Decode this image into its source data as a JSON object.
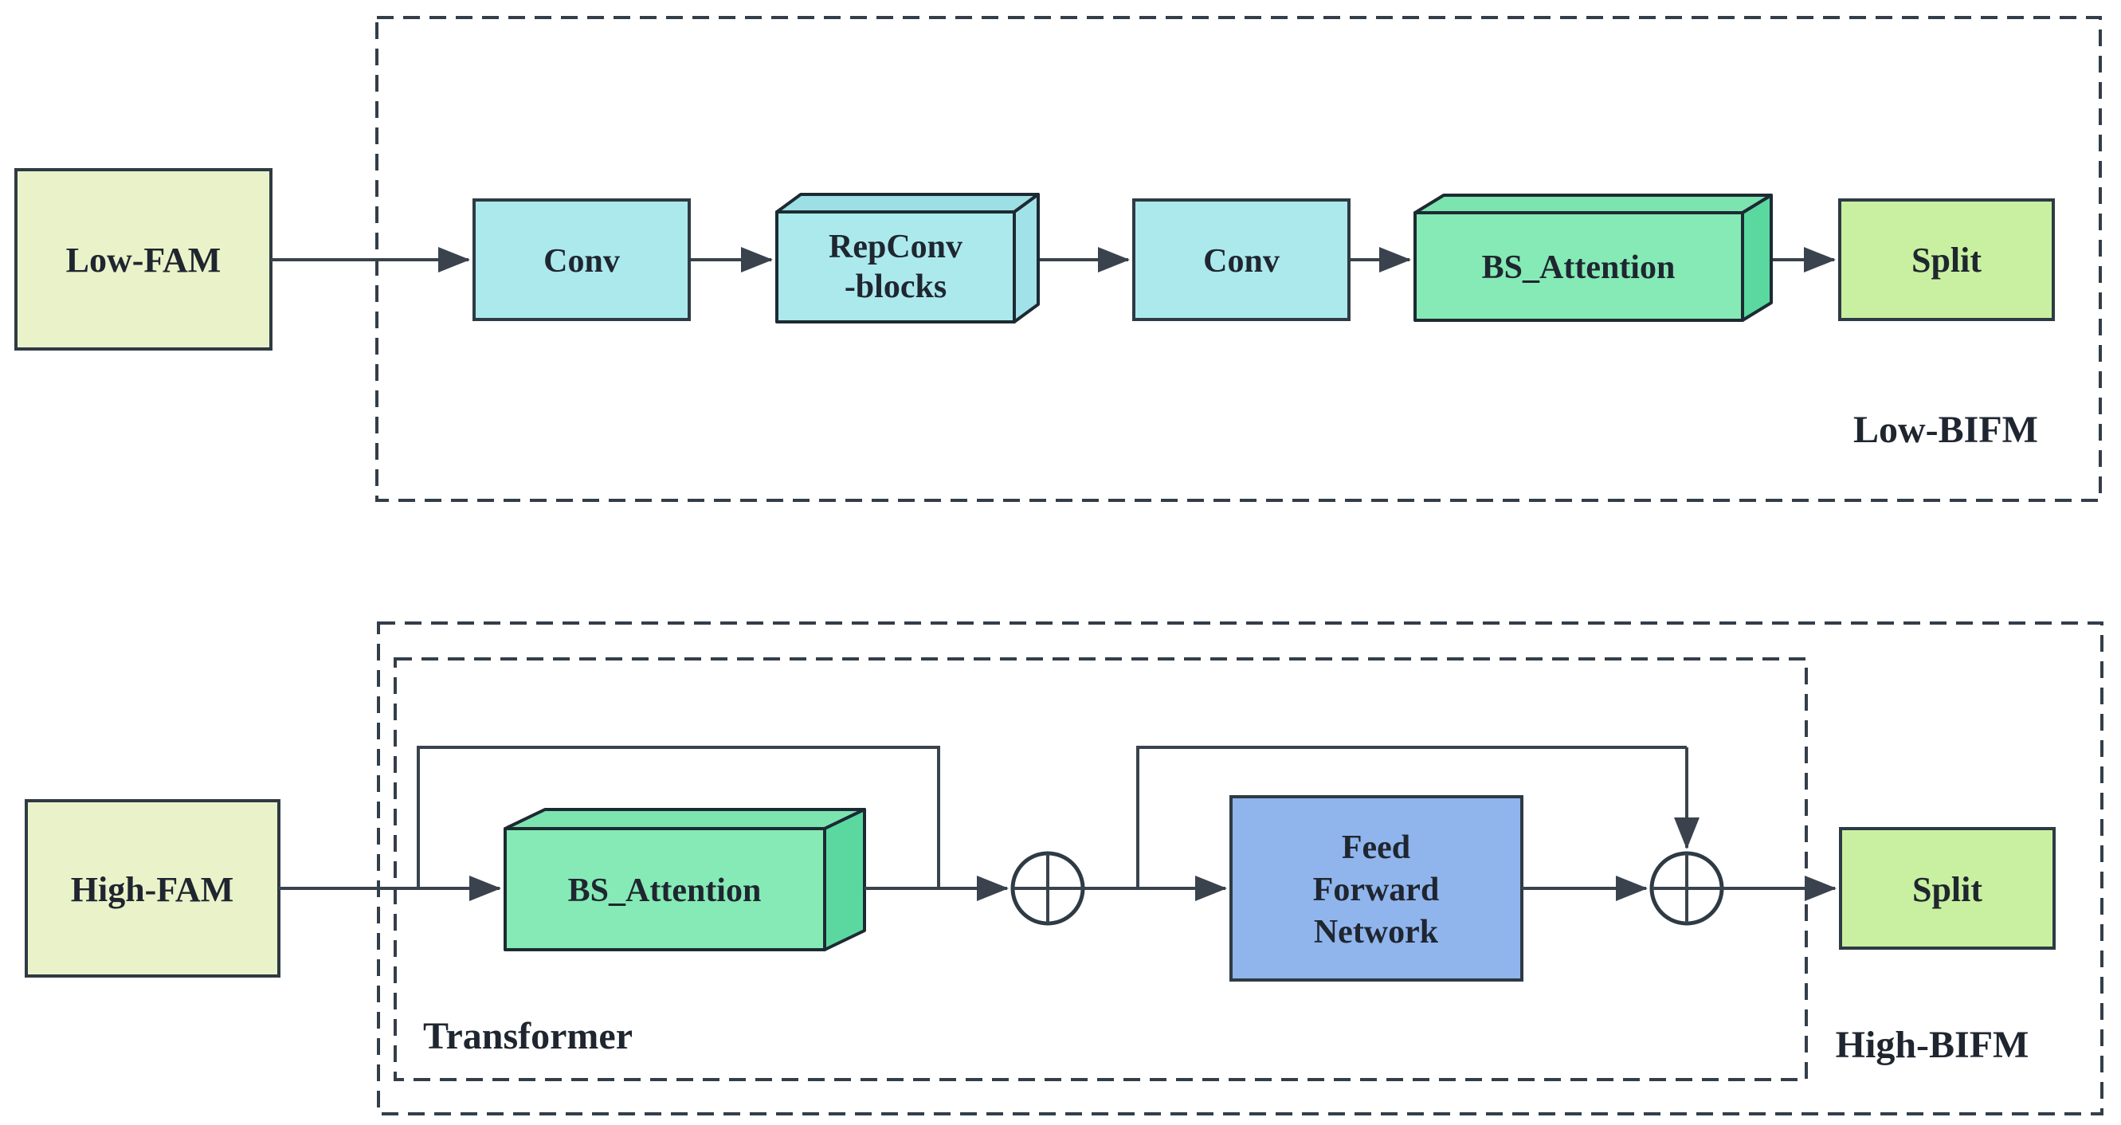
{
  "low_bifm": {
    "label": "Low-BIFM",
    "input": "Low-FAM",
    "conv1": "Conv",
    "repconv_line1": "RepConv",
    "repconv_line2": "-blocks",
    "conv2": "Conv",
    "attention": "BS_Attention",
    "split": "Split"
  },
  "high_bifm": {
    "label": "High-BIFM",
    "transformer_label": "Transformer",
    "input": "High-FAM",
    "attention": "BS_Attention",
    "ffn_line1": "Feed",
    "ffn_line2": "Forward",
    "ffn_line3": "Network",
    "split": "Split"
  },
  "icons": {
    "add_node": "circle-plus"
  },
  "colors": {
    "background": "#ffffff",
    "fam_fill": "#eaf2c9",
    "conv_fill": "#abe9ed",
    "conv_top_fill": "#9cdfe5",
    "conv_side_fill": "#a0e2e8",
    "attention_fill": "#85eab5",
    "attention_top_fill": "#7ce4ae",
    "attention_side_fill": "#5bd8a0",
    "split_fill": "#c9f0a0",
    "ffn_fill": "#90b5ec",
    "line": "#3a434d",
    "border": "#2e3a44",
    "dash": "#333e49",
    "text": "#1f2630"
  }
}
